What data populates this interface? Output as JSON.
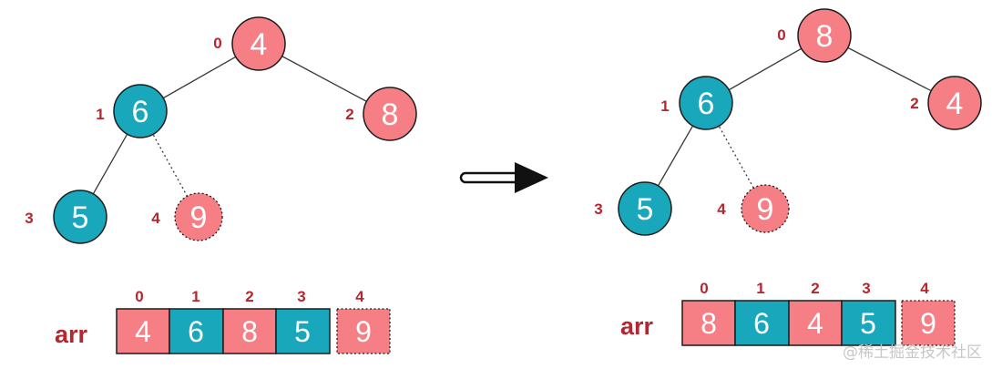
{
  "colors": {
    "pink": "#f57f85",
    "teal": "#19a7bb",
    "stroke": "#1c1c1c",
    "edge": "#3a3a3a",
    "index": "#b3272e"
  },
  "before": {
    "nodes": [
      {
        "index": "0",
        "value": "4",
        "color": "pink",
        "dashed": false
      },
      {
        "index": "1",
        "value": "6",
        "color": "teal",
        "dashed": false
      },
      {
        "index": "2",
        "value": "8",
        "color": "pink",
        "dashed": false
      },
      {
        "index": "3",
        "value": "5",
        "color": "teal",
        "dashed": false
      },
      {
        "index": "4",
        "value": "9",
        "color": "pink",
        "dashed": true
      }
    ],
    "array_label": "arr",
    "array": [
      {
        "index": "0",
        "value": "4",
        "color": "pink",
        "dashed": false
      },
      {
        "index": "1",
        "value": "6",
        "color": "teal",
        "dashed": false
      },
      {
        "index": "2",
        "value": "8",
        "color": "pink",
        "dashed": false
      },
      {
        "index": "3",
        "value": "5",
        "color": "teal",
        "dashed": false
      },
      {
        "index": "4",
        "value": "9",
        "color": "pink",
        "dashed": true
      }
    ]
  },
  "after": {
    "nodes": [
      {
        "index": "0",
        "value": "8",
        "color": "pink",
        "dashed": false
      },
      {
        "index": "1",
        "value": "6",
        "color": "teal",
        "dashed": false
      },
      {
        "index": "2",
        "value": "4",
        "color": "pink",
        "dashed": false
      },
      {
        "index": "3",
        "value": "5",
        "color": "teal",
        "dashed": false
      },
      {
        "index": "4",
        "value": "9",
        "color": "pink",
        "dashed": true
      }
    ],
    "array_label": "arr",
    "array": [
      {
        "index": "0",
        "value": "8",
        "color": "pink",
        "dashed": false
      },
      {
        "index": "1",
        "value": "6",
        "color": "teal",
        "dashed": false
      },
      {
        "index": "2",
        "value": "4",
        "color": "pink",
        "dashed": false
      },
      {
        "index": "3",
        "value": "5",
        "color": "teal",
        "dashed": false
      },
      {
        "index": "4",
        "value": "9",
        "color": "pink",
        "dashed": true
      }
    ]
  },
  "arrow_icon": "right-arrow-icon",
  "watermark": "@稀土掘金技术社区"
}
